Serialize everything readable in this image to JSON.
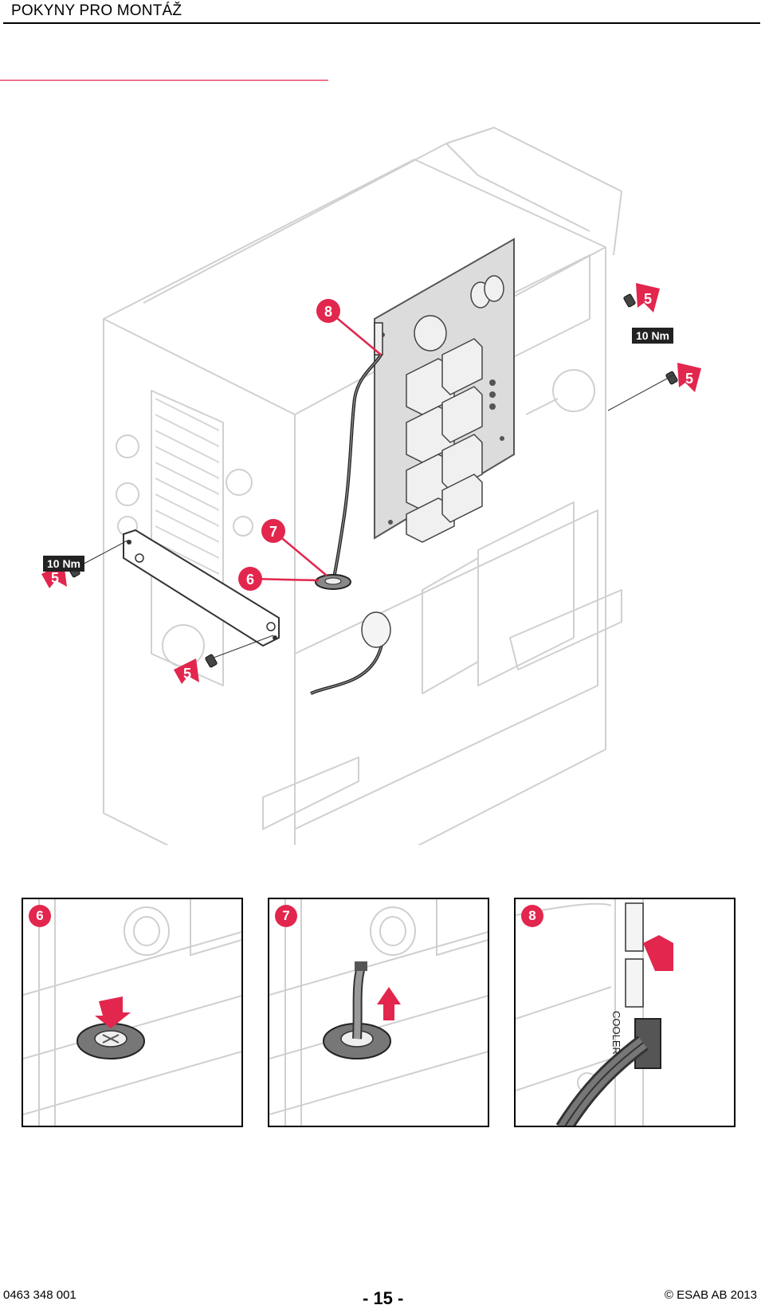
{
  "header": {
    "title": "POKYNY PRO MONTÁŽ"
  },
  "main_figure": {
    "callouts": [
      "5",
      "5",
      "5",
      "5",
      "6",
      "7",
      "8"
    ],
    "torque_labels": [
      "10 Nm",
      "10 Nm"
    ]
  },
  "details": [
    {
      "step": "6"
    },
    {
      "step": "7"
    },
    {
      "step": "8",
      "text": "COOLER"
    }
  ],
  "footer": {
    "doc_number": "0463 348 001",
    "page": "- 15 -",
    "copyright": "© ESAB AB 2013"
  },
  "colors": {
    "accent": "#e2264d",
    "line": "#cccccc",
    "dark": "#222222"
  }
}
